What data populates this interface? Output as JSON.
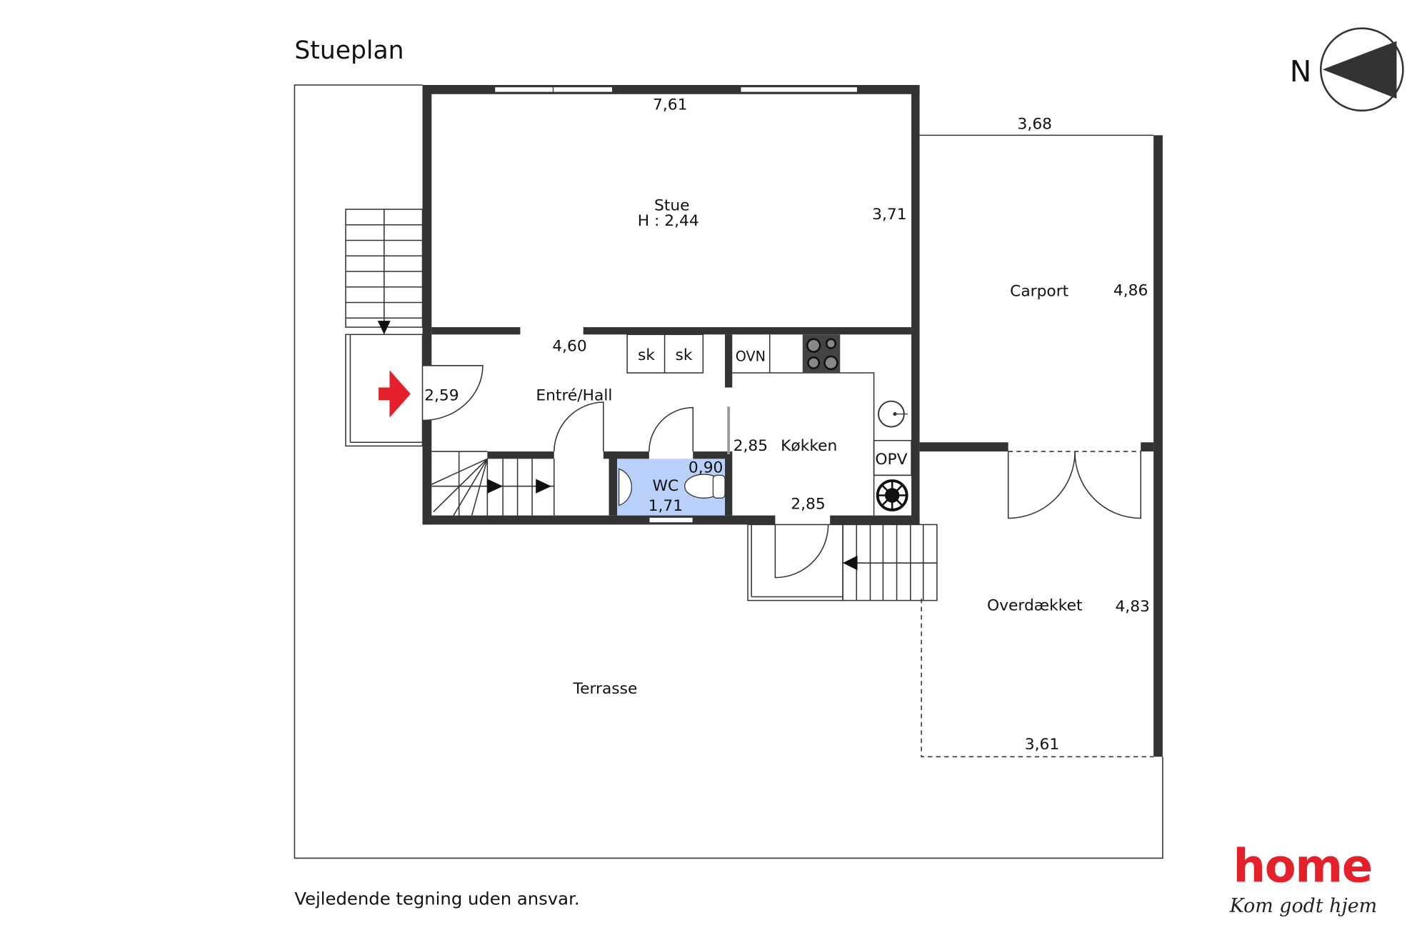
{
  "title": "Stueplan",
  "compass": {
    "label": "N"
  },
  "rooms": {
    "stue": {
      "name": "Stue",
      "height": "H : 2,44",
      "width": "7,61",
      "depth": "3,71"
    },
    "entre": {
      "name": "Entré/Hall",
      "width": "4,60",
      "depth": "2,59"
    },
    "kokken": {
      "name": "Køkken",
      "width": "2,85",
      "depth": "2,85"
    },
    "wc": {
      "name": "WC",
      "width": "0,90",
      "depth": "1,71"
    },
    "carport": {
      "name": "Carport",
      "width": "3,68",
      "depth": "4,86"
    },
    "overdaekket": {
      "name": "Overdækket",
      "width": "3,61",
      "depth": "4,83"
    },
    "terrasse": {
      "name": "Terrasse"
    }
  },
  "fixtures": {
    "closet1": "sk",
    "closet2": "sk",
    "oven": "OVN",
    "dishwasher": "OPV"
  },
  "disclaimer": "Vejledende tegning uden ansvar.",
  "logo": {
    "brand": "home",
    "slogan": "Kom godt hjem",
    "color": "#e4202a"
  },
  "colors": {
    "wall": "#333333",
    "wc_fill": "#b9d0fa",
    "entrance_arrow": "#e4202a"
  }
}
